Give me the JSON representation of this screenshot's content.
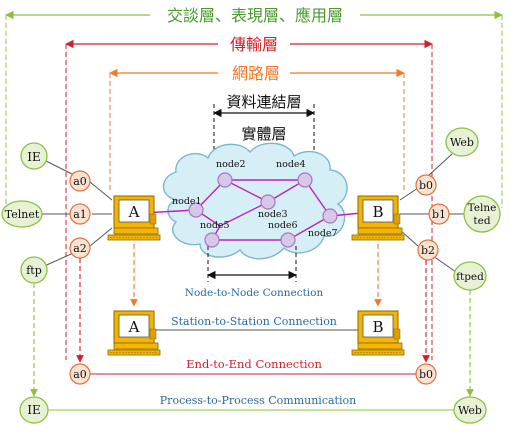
{
  "layers": {
    "session_presentation_application": "交談層、表現層、應用層",
    "transport": "傳輸層",
    "network": "網路層",
    "datalink": "資料連結層",
    "physical": "實體層"
  },
  "hosts": {
    "A": "A",
    "B": "B",
    "A_lower": "A",
    "B_lower": "B"
  },
  "left_apps": {
    "ie": "IE",
    "telnet": "Telnet",
    "ftp": "ftp"
  },
  "right_apps": {
    "web": "Web",
    "telnetd_line1": "Telne",
    "telnetd_line2": "ted",
    "ftpd": "ftped"
  },
  "left_ports": {
    "a0": "a0",
    "a1": "a1",
    "a2": "a2"
  },
  "right_ports": {
    "b0": "b0",
    "b1": "b1",
    "b2": "b2"
  },
  "nodes": {
    "node1": "node1",
    "node2": "node2",
    "node3": "node3",
    "node4": "node4",
    "node5": "node5",
    "node6": "node6",
    "node7": "node7"
  },
  "connections": {
    "node_to_node": "Node-to-Node Connection",
    "station_to_station": "Station-to-Station Connection",
    "end_to_end": "End-to-End Connection",
    "process_to_process": "Process-to-Process Communication"
  },
  "bottom_row": {
    "a0": "a0",
    "b0": "b0",
    "ie": "IE",
    "web": "Web"
  },
  "colors": {
    "green": "#8fbf3f",
    "red": "#d2202a",
    "orange": "#f07a2a",
    "port_fill": "#fbe3d3",
    "port_stroke": "#e0703a",
    "app_fill": "#e6f1d6",
    "app_stroke": "#8fbf3f",
    "cloud_fill": "#d6eef6",
    "cloud_stroke": "#7ab7cf",
    "node_fill": "#d7c7e8",
    "node_stroke": "#a07ac0",
    "link": "#c020c0",
    "computer": "#f4b400"
  }
}
